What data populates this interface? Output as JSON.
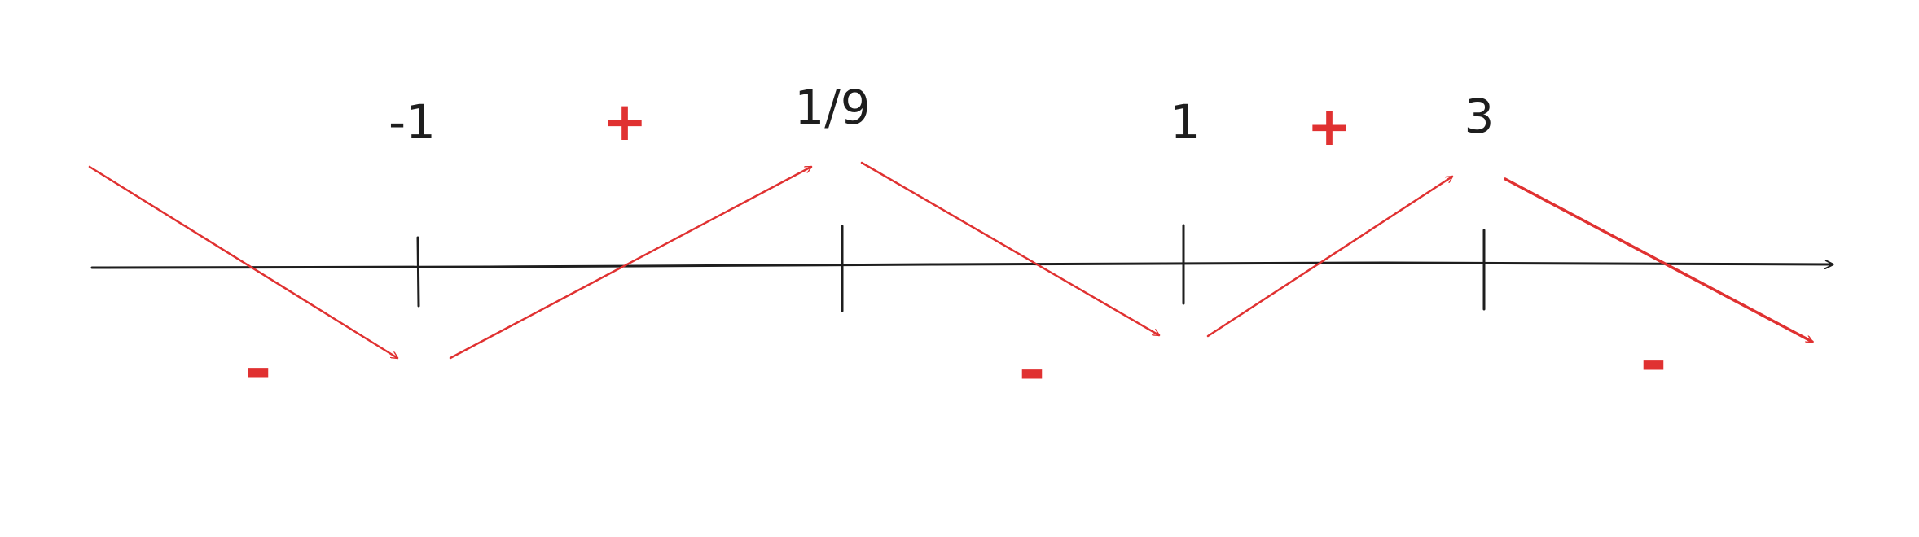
{
  "colors": {
    "axis": "#1e1e1e",
    "arrows": "#e03131",
    "signs": "#e03131",
    "labels": "#1e1e1e"
  },
  "number_line": {
    "points": [
      {
        "label": "-1",
        "value": -1
      },
      {
        "label": "1/9",
        "value": 0.1111
      },
      {
        "label": "1",
        "value": 1
      },
      {
        "label": "3",
        "value": 3
      }
    ],
    "signs": [
      "-",
      "+",
      "-",
      "+",
      "-"
    ]
  }
}
